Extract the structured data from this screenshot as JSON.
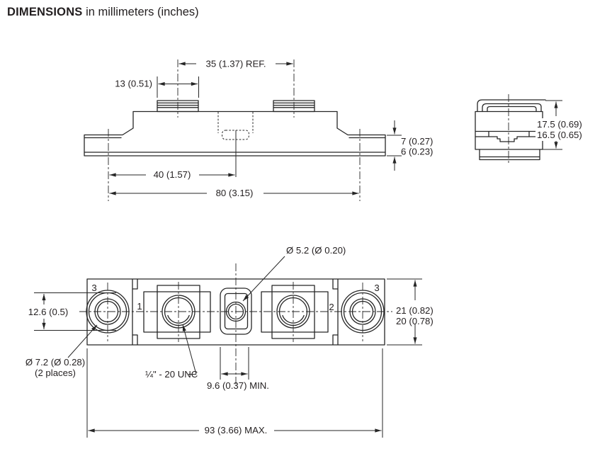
{
  "colors": {
    "ink": "#231f20",
    "background": "#ffffff"
  },
  "title": {
    "bold": "DIMENSIONS",
    "rest": " in millimeters (inches)"
  },
  "front_view": {
    "dims": {
      "terminal_pitch": "35 (1.37) REF.",
      "terminal_width": "13 (0.51)",
      "base_thickness_max": "7 (0.27)",
      "base_thickness_min": "6 (0.23)",
      "center_to_hole": "40 (1.57)",
      "hole_pitch": "80 (3.15)"
    }
  },
  "side_view": {
    "dims": {
      "height_max": "17.5 (0.69)",
      "height_min": "16.5 (0.65)"
    }
  },
  "bottom_view": {
    "dims": {
      "center_hole_dia": "Ø 5.2 (Ø 0.20)",
      "hole_boss_dia": "12.6 (0.5)",
      "body_width_max": "21 (0.82)",
      "body_width_min": "20 (0.78)",
      "mount_hole_dia": "Ø 7.2 (Ø 0.28)",
      "mount_hole_places": "(2 places)",
      "thread_spec": "¼\" - 20 UNC",
      "slot_width": "9.6 (0.37) MIN.",
      "overall_length": "93 (3.66) MAX."
    },
    "labels": {
      "left_hole": "3",
      "terminal1": "1",
      "terminal2": "2",
      "right_hole": "3"
    }
  }
}
